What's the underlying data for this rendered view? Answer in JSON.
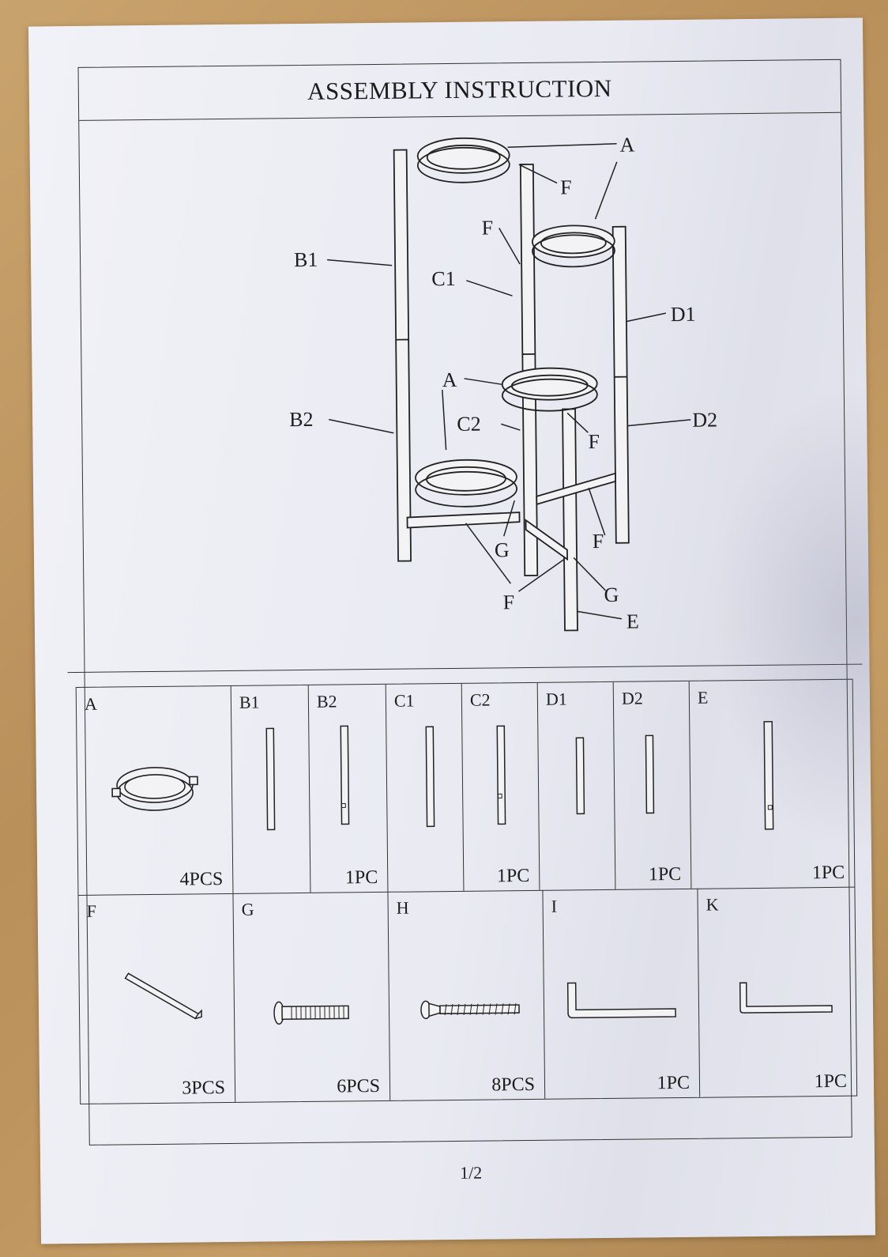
{
  "header": {
    "title": "ASSEMBLY INSTRUCTION"
  },
  "diagram": {
    "callouts": {
      "A_top": "A",
      "F_top": "F",
      "F_mid": "F",
      "B1": "B1",
      "C1": "C1",
      "D1": "D1",
      "A_mid": "A",
      "B2": "B2",
      "C2": "C2",
      "D2": "D2",
      "F_c2": "F",
      "G_left": "G",
      "F_right": "F",
      "F_bottom": "F",
      "G_right": "G",
      "E": "E"
    }
  },
  "parts": {
    "row1": [
      {
        "label": "A",
        "qty": "4PCS"
      },
      {
        "label": "B1",
        "qty": ""
      },
      {
        "label": "B2",
        "qty": "1PC"
      },
      {
        "label": "C1",
        "qty": ""
      },
      {
        "label": "C2",
        "qty": "1PC"
      },
      {
        "label": "D1",
        "qty": ""
      },
      {
        "label": "D2",
        "qty": "1PC"
      },
      {
        "label": "E",
        "qty": "1PC"
      }
    ],
    "row2": [
      {
        "label": "F",
        "qty": "3PCS"
      },
      {
        "label": "G",
        "qty": "6PCS"
      },
      {
        "label": "H",
        "qty": "8PCS"
      },
      {
        "label": "I",
        "qty": "1PC"
      },
      {
        "label": "K",
        "qty": "1PC"
      }
    ]
  },
  "footer": {
    "page": "1/2"
  }
}
